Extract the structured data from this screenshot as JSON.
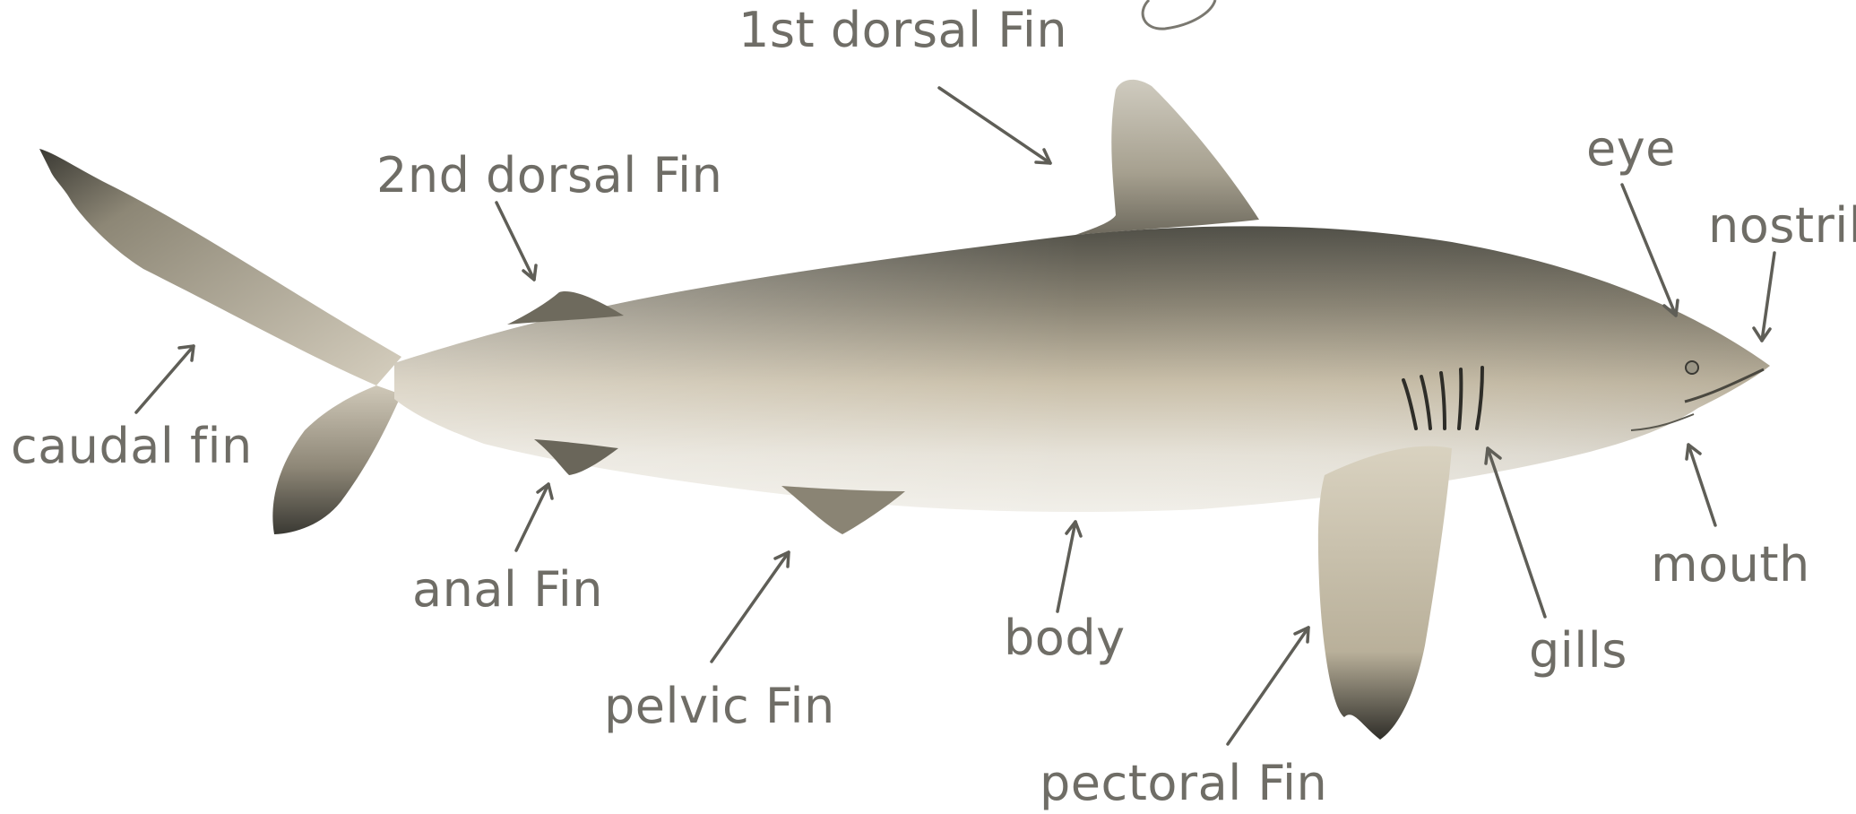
{
  "labels": {
    "first_dorsal_fin": "1st dorsal Fin",
    "second_dorsal_fin": "2nd dorsal Fin",
    "eye": "eye",
    "nostril": "nostril",
    "caudal_fin": "caudal fin",
    "anal_fin": "anal Fin",
    "pelvic_fin": "pelvic Fin",
    "body": "body",
    "pectoral_fin": "pectoral Fin",
    "gills": "gills",
    "mouth": "mouth"
  },
  "colors": {
    "label_text": "#6f6d66",
    "arrow": "#5f5e57",
    "shark_back": "#55544b",
    "shark_mid": "#aaa28f",
    "shark_belly": "#e7e4dc",
    "fin_tip": "#2f2e29"
  }
}
